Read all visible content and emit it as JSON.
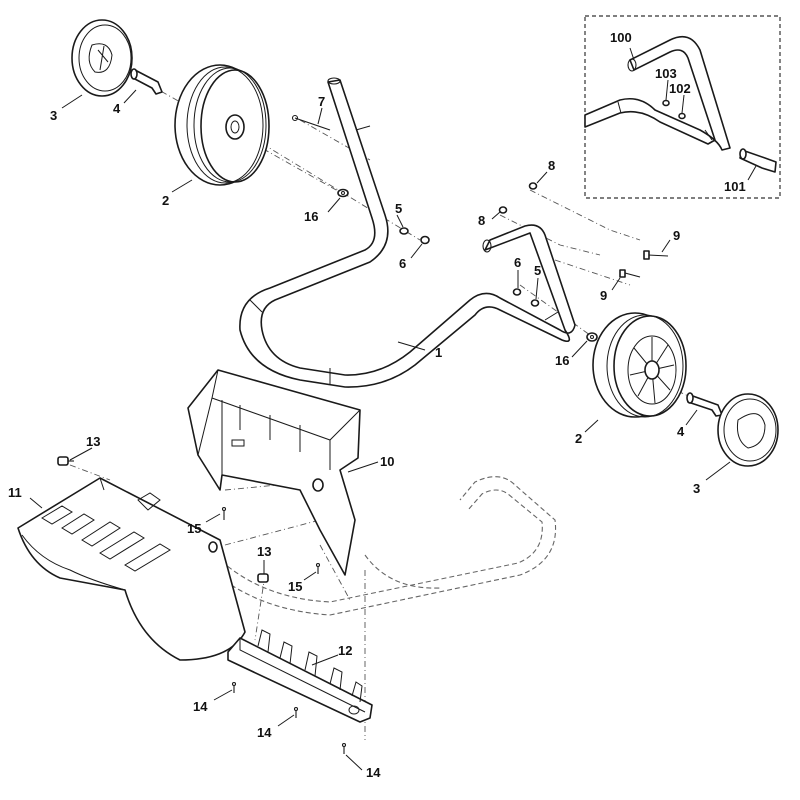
{
  "diagram": {
    "callouts": {
      "c3a": "3",
      "c4a": "4",
      "c2a": "2",
      "c7": "7",
      "c16a": "16",
      "c5a": "5",
      "c6a": "6",
      "c8a": "8",
      "c8b": "8",
      "c9a": "9",
      "c9b": "9",
      "c6b": "6",
      "c5b": "5",
      "c1": "1",
      "c16b": "16",
      "c2b": "2",
      "c4b": "4",
      "c3b": "3",
      "c10": "10",
      "c13a": "13",
      "c11": "11",
      "c15a": "15",
      "c13b": "13",
      "c15b": "15",
      "c12": "12",
      "c14a": "14",
      "c14b": "14",
      "c14c": "14",
      "c100": "100",
      "c103": "103",
      "c102": "102",
      "c101": "101"
    }
  }
}
